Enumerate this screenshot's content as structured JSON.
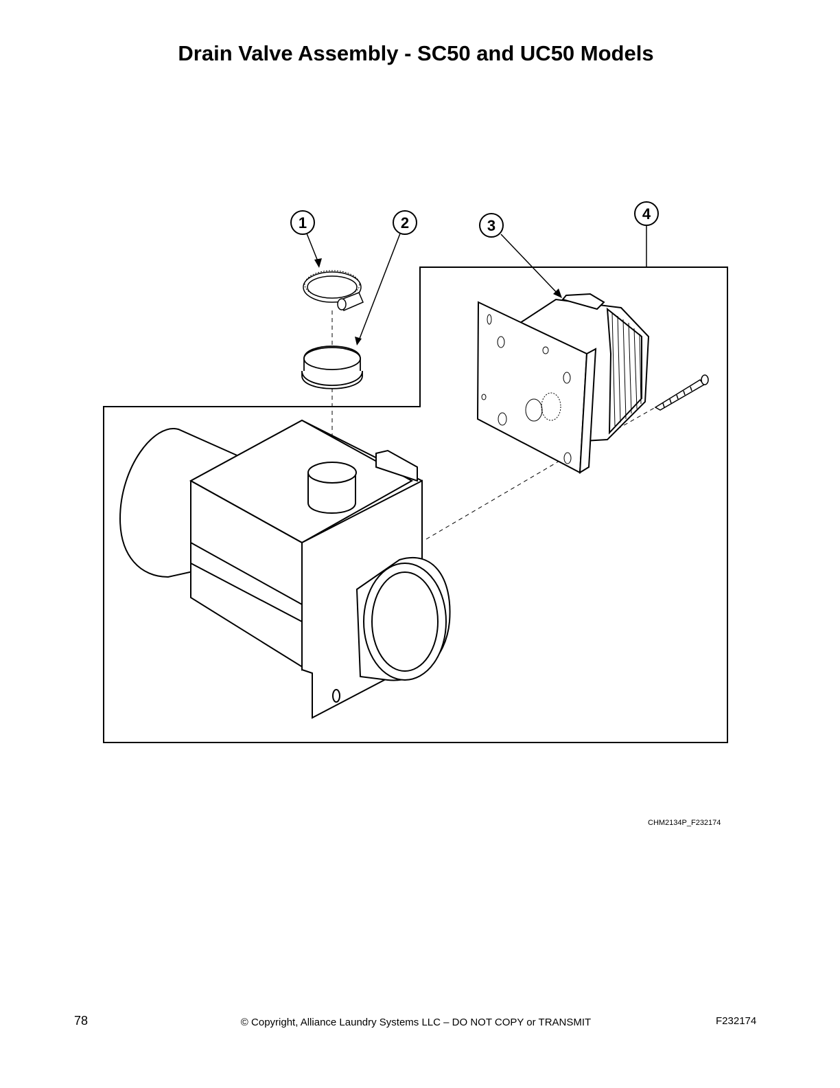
{
  "page": {
    "title": "Drain Valve Assembly - SC50 and UC50 Models",
    "figure_id": "CHM2134P_F232174",
    "footer": {
      "page_number": "78",
      "copyright": "© Copyright, Alliance Laundry Systems LLC – DO NOT COPY or TRANSMIT",
      "doc_code": "F232174"
    }
  },
  "callouts": [
    {
      "number": "1",
      "part": "hose-clamp"
    },
    {
      "number": "2",
      "part": "cap"
    },
    {
      "number": "3",
      "part": "motor"
    },
    {
      "number": "4",
      "part": "drain-valve-assembly"
    }
  ],
  "icons": [
    "hose-clamp-icon",
    "cap-icon",
    "motor-icon",
    "screw-icon",
    "drain-valve-body-icon"
  ]
}
